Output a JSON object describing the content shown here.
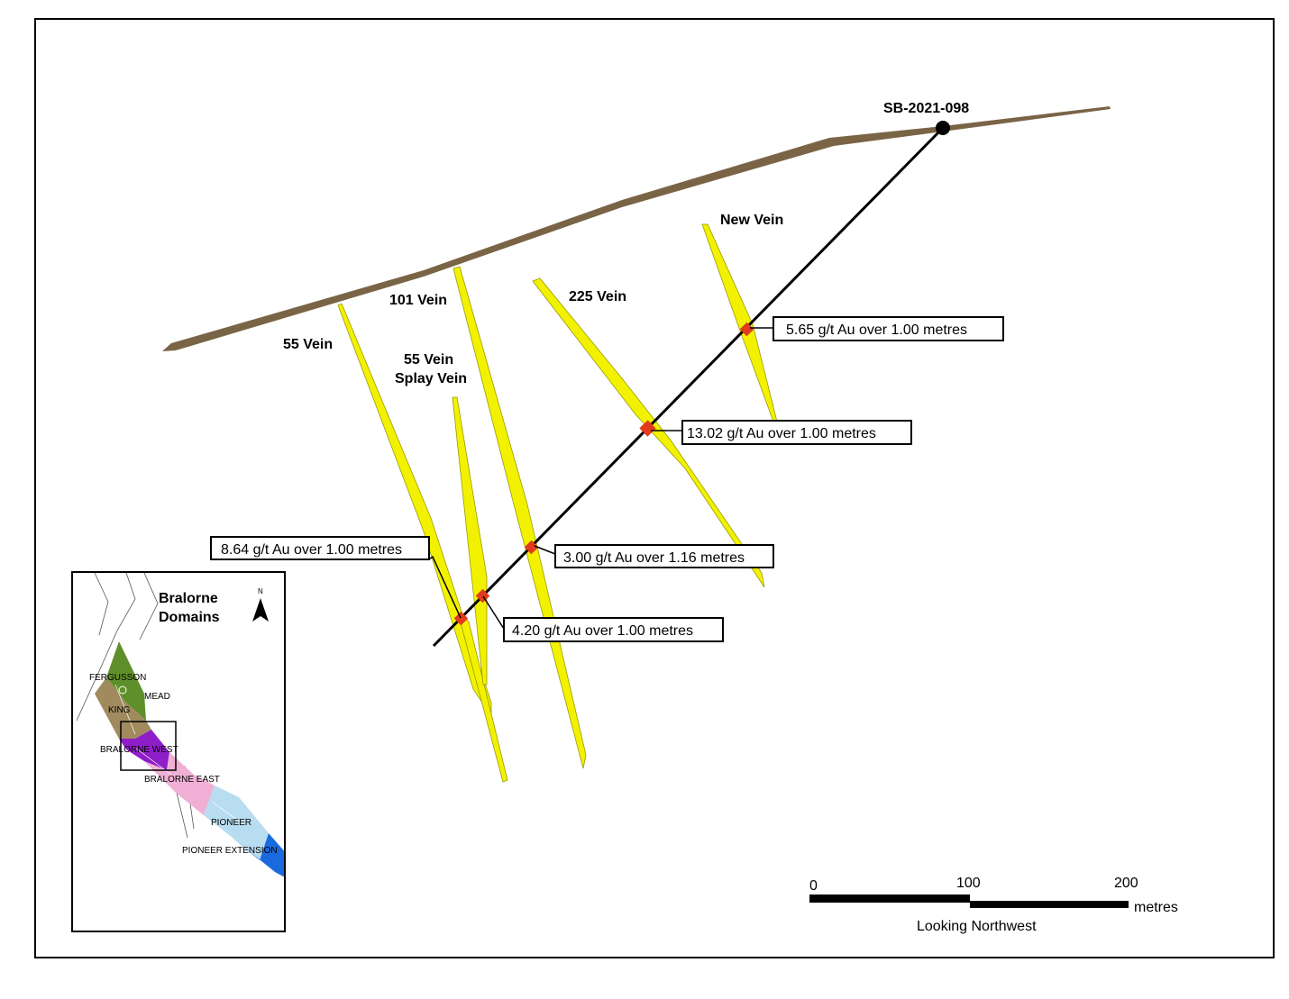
{
  "colors": {
    "surface": "#7a6446",
    "vein": "#f2f200",
    "vein_outline": "#9a9a00",
    "intercept": "#e23a1c",
    "drillhole": "#000000",
    "frame": "#000000",
    "fergusson": "#5f8f2a",
    "king": "#a08a5e",
    "bralorne_west": "#8e1ec8",
    "bralorne_east": "#f0b0d6",
    "pioneer": "#b8dcf0",
    "pioneer_extension": "#1a6adf"
  },
  "drillhole": {
    "name": "SB-2021-098"
  },
  "veins": {
    "v55": "55 Vein",
    "v101": "101 Vein",
    "v225": "225 Vein",
    "new": "New Vein",
    "splay_line1": "55 Vein",
    "splay_line2": "Splay Vein"
  },
  "intercepts": {
    "i1": "5.65 g/t Au over 1.00 metres",
    "i2": "13.02 g/t Au over 1.00 metres",
    "i3": "3.00 g/t Au over 1.16 metres",
    "i4": "8.64 g/t Au over 1.00 metres",
    "i5": "4.20 g/t Au over 1.00 metres"
  },
  "scale": {
    "tick0": "0",
    "tick1": "100",
    "tick2": "200",
    "unit": "metres",
    "view": "Looking Northwest"
  },
  "inset": {
    "title_line1": "Bralorne",
    "title_line2": "Domains",
    "north": "N",
    "domains": {
      "fergusson": "FERGUSSON",
      "mead": "MEAD",
      "king": "KING",
      "bralorne_west": "BRALORNE WEST",
      "bralorne_east": "BRALORNE EAST",
      "pioneer": "PIONEER",
      "pioneer_extension": "PIONEER EXTENSION"
    }
  }
}
